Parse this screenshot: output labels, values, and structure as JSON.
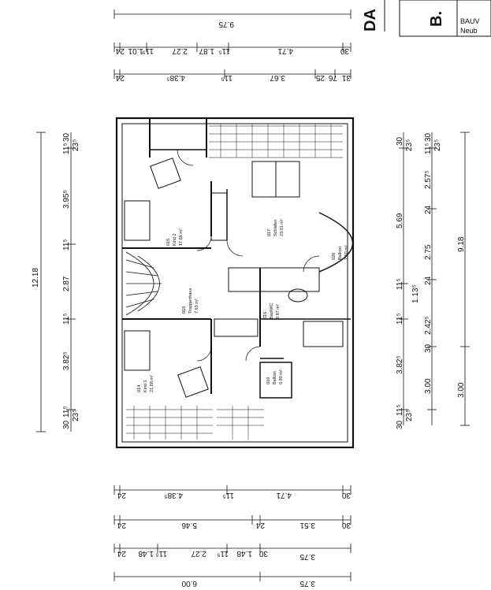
{
  "title_block": {
    "sheet_letters": "DA",
    "label_b": "B.",
    "line1": "BAUV",
    "line2": "Neub"
  },
  "top_dims": {
    "row1": [
      "9.75"
    ],
    "row2": [
      "24",
      "1.01",
      "11⁵",
      "2.27",
      "1.87",
      "11⁵",
      "4.71",
      "30"
    ],
    "row3": [
      "24",
      "4.38⁵",
      "11⁵",
      "3.67",
      "25",
      "76",
      "31"
    ]
  },
  "bottom_dims": {
    "row1": [
      "24",
      "4.38⁵",
      "11⁵",
      "4.71",
      "30"
    ],
    "row2": [
      "24",
      "5.46",
      "24",
      "3.51",
      "30"
    ],
    "row3": [
      "24",
      "1.48",
      "11⁵",
      "2.27",
      "11⁵",
      "1.48",
      "30",
      "3.75"
    ],
    "row4": [
      "6.00",
      "3.75"
    ]
  },
  "left_dims": {
    "total": "12.18",
    "segments": [
      "30",
      "11⁵",
      "23⁵",
      "3.82⁵",
      "11⁵",
      "2.87",
      "11⁵",
      "3.95⁵",
      "11⁵",
      "30",
      "23⁵"
    ]
  },
  "right_dims": {
    "col1": [
      "30",
      "11⁵",
      "23⁵",
      "3.82⁵",
      "11⁵",
      "5.69",
      "11⁵",
      "30",
      "23⁵"
    ],
    "col2": [
      "3.00",
      "30",
      "2.42⁵",
      "1.13⁵",
      "24",
      "2.75",
      "24",
      "2.57⁵",
      "11⁵",
      "30",
      "23⁵"
    ],
    "col3": [
      "3.00",
      "9.18"
    ]
  },
  "rooms": [
    {
      "number": "014",
      "name": "Kind 1",
      "area": "21.68 m²"
    },
    {
      "number": "015",
      "name": "Kind 2",
      "area": "17.66 m²"
    },
    {
      "number": "016",
      "name": "Bad/WC",
      "area": "9.87 m²"
    },
    {
      "number": "017",
      "name": "Schlafen",
      "area": "23.01 m²"
    },
    {
      "number": "018",
      "name": "Treppenhaus",
      "area": "7.63 m²"
    },
    {
      "number": "019",
      "name": "Balkon",
      "area": "0.90 m²"
    },
    {
      "number": "020",
      "name": "Balkon",
      "area": "2.50 m²"
    }
  ]
}
